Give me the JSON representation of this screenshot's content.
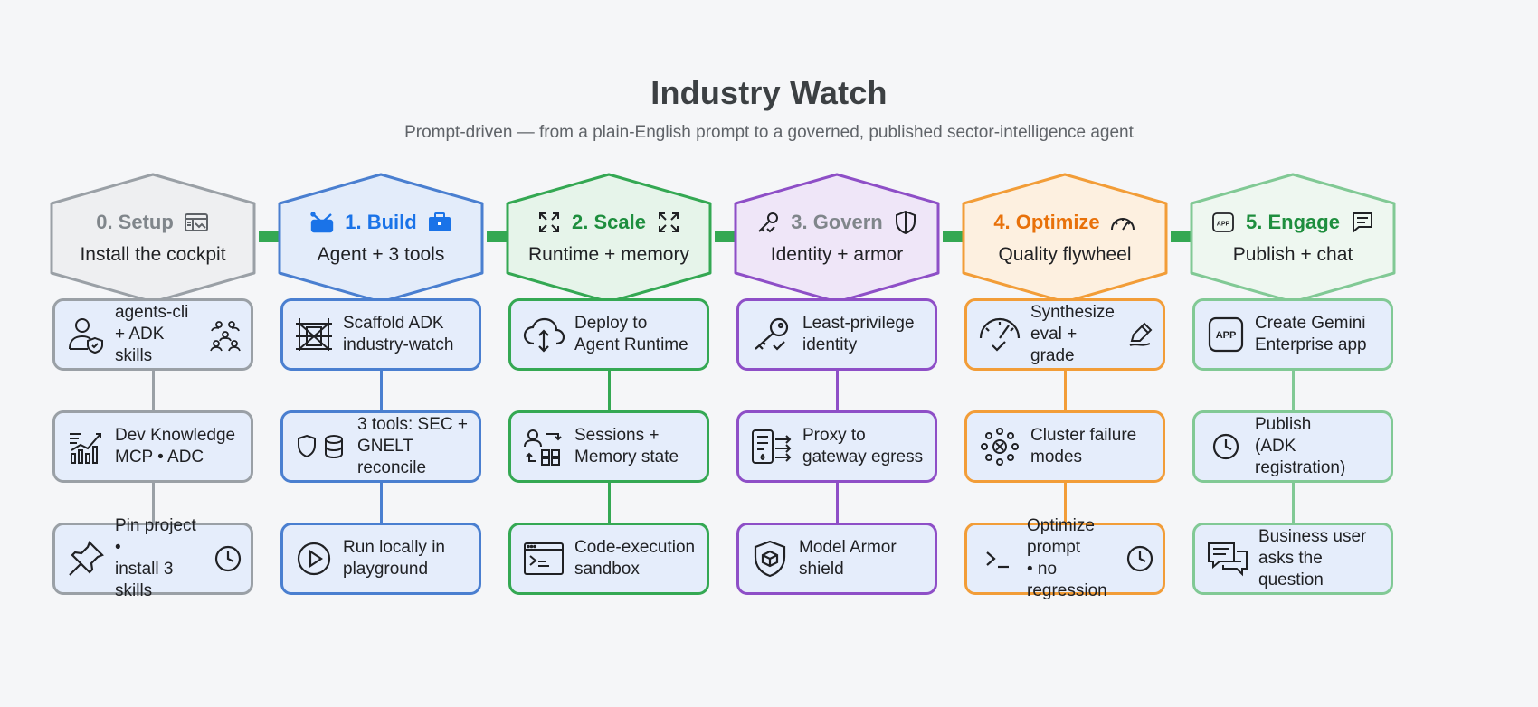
{
  "title": "Industry Watch",
  "subtitle": "Prompt-driven — from a plain-English prompt to a governed, published sector-intelligence agent",
  "stages": [
    {
      "label": "0. Setup",
      "sub": "Install the cockpit",
      "color": "#9aa0a6",
      "fill": "#eeeff1",
      "label_color": "#80868b",
      "icon": "window-icon",
      "cards": [
        {
          "text": "agents-cli\n+ ADK skills",
          "icon": "user-shield-icon",
          "icon2": "people-icon"
        },
        {
          "text": "Dev Knowledge\nMCP • ADC",
          "icon": "doc-chart-icon"
        },
        {
          "text": "Pin project •\ninstall 3 skills",
          "icon": "pushpin-icon",
          "icon2": "clock-icon"
        }
      ]
    },
    {
      "label": "1. Build",
      "sub": "Agent + 3 tools",
      "color": "#4a7fd0",
      "fill": "#e3ecfa",
      "label_color": "#1a73e8",
      "icon": "briefcase-icon",
      "cards": [
        {
          "text": "Scaffold ADK\nindustry-watch",
          "icon": "scaffold-icon"
        },
        {
          "text": "3 tools: SEC + GNELT\nreconcile",
          "icon": "shield-db-icon"
        },
        {
          "text": "Run locally in\nplayground",
          "icon": "play-icon"
        }
      ]
    },
    {
      "label": "2. Scale",
      "sub": "Runtime + memory",
      "color": "#34a853",
      "fill": "#e6f4ea",
      "label_color": "#1e8e3e",
      "icon": "expand-icon",
      "cards": [
        {
          "text": "Deploy to\nAgent Runtime",
          "icon": "cloud-icon"
        },
        {
          "text": "Sessions +\nMemory state",
          "icon": "sessions-icon"
        },
        {
          "text": "Code-execution\nsandbox",
          "icon": "terminal-window-icon"
        }
      ]
    },
    {
      "label": "3. Govern",
      "sub": "Identity + armor",
      "color": "#8e4fc7",
      "fill": "#efe6f8",
      "label_color": "#80868b",
      "icon": "shield-icon",
      "cards": [
        {
          "text": "Least-privilege\nidentity",
          "icon": "key-check-icon"
        },
        {
          "text": "Proxy to\ngateway egress",
          "icon": "proxy-icon"
        },
        {
          "text": "Model Armor\nshield",
          "icon": "cube-shield-icon"
        }
      ]
    },
    {
      "label": "4. Optimize",
      "sub": "Quality flywheel",
      "color": "#f29d38",
      "fill": "#fdf0e0",
      "label_color": "#e8710a",
      "icon": "gauge-icon",
      "cards": [
        {
          "text": "Synthesize\neval + grade",
          "icon": "gauge-check-icon",
          "icon2": "pen-icon"
        },
        {
          "text": "Cluster failure\nmodes",
          "icon": "cluster-icon"
        },
        {
          "text": "Optimize prompt\n• no regression",
          "icon": "prompt-icon",
          "icon2": "clock-icon",
          "center": true
        }
      ]
    },
    {
      "label": "5. Engage",
      "sub": "Publish + chat",
      "color": "#81c995",
      "fill": "#eef7f0",
      "label_color": "#1e8e3e",
      "icon": "chat-icon",
      "cards": [
        {
          "text": "Create Gemini\nEnterprise app",
          "icon": "app-icon"
        },
        {
          "text": "Publish\n(ADK registration)",
          "icon": "clock-icon"
        },
        {
          "text": "Business user\nasks the question",
          "icon": "chat-bubbles-icon"
        }
      ]
    }
  ]
}
